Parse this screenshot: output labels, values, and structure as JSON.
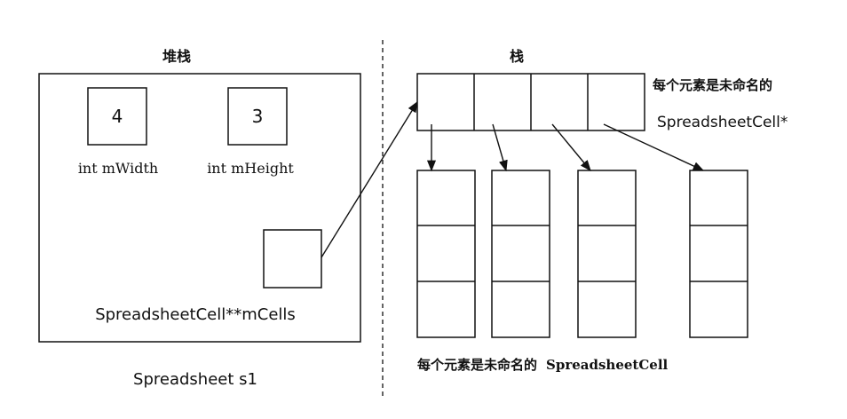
{
  "left_panel": {
    "heading": "堆栈",
    "width_value": "4",
    "width_label": "int mWidth",
    "height_value": "3",
    "height_label": "int mHeight",
    "cells_label": "SpreadsheetCell**mCells",
    "caption": "Spreadsheet s1"
  },
  "right_panel": {
    "heading": "栈",
    "pointer_array_note_line1": "每个元素是未命名的",
    "pointer_array_note_line2": "SpreadsheetCell*",
    "pointer_array_cell_count": 4,
    "cell_columns_count": 4,
    "cells_per_column": 3,
    "bottom_note_prefix": "每个元素是未命名的",
    "bottom_note_type": "SpreadsheetCell"
  }
}
